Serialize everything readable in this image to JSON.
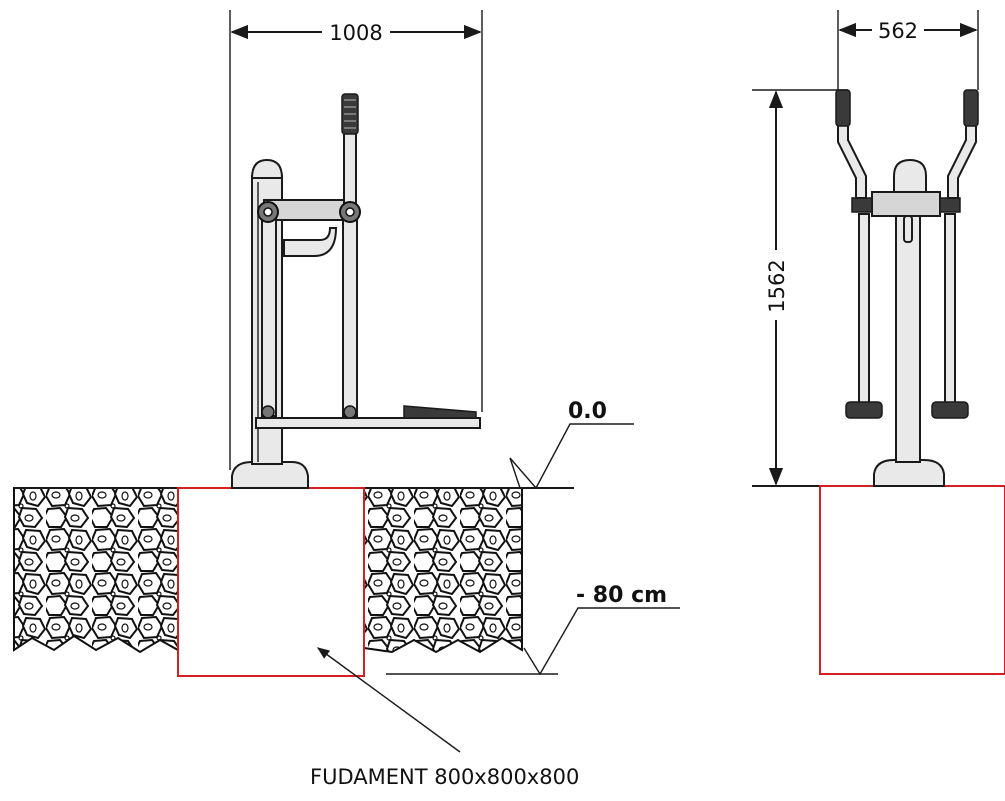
{
  "dimensions": {
    "side_width": "1008",
    "front_width": "562",
    "height": "1562"
  },
  "levels": {
    "ground": "0.0",
    "depth": "- 80 cm"
  },
  "foundation_label": "FUDAMENT 800x800x800",
  "colors": {
    "foundation_outline": "#d42020",
    "line": "#1a1a1a"
  }
}
